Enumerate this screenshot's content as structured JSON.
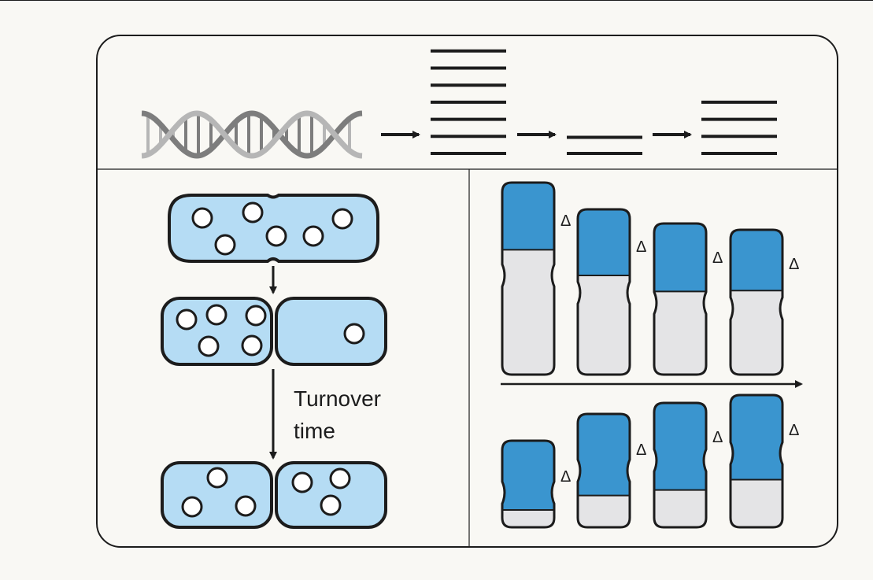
{
  "colors": {
    "background": "#f9f8f4",
    "outline": "#1c1c1c",
    "cell_fill": "#b5dcf4",
    "vesicle_fill": "#ffffff",
    "bar_fill": "#3a95cf",
    "tube_fill": "#e4e4e6",
    "dna_light": "#b6b6b6",
    "dna_dark": "#7d7d7d"
  },
  "icons": {
    "dna": "dna-double-helix-icon",
    "arrow": "right-arrow-icon",
    "delta": "delta-symbol"
  },
  "panels": {
    "top": {
      "name": "gene-expression-panel"
    },
    "left": {
      "name": "cell-division-panel",
      "turnover_label_line1": "Turnover",
      "turnover_label_line2": "time"
    },
    "right": {
      "name": "tube-comparison-panel",
      "delta_label": "Δ"
    }
  },
  "levels": {
    "band_counts": [
      7,
      2,
      4
    ],
    "vesicle_counts": {
      "stage1": [
        3,
        3
      ],
      "stage2": [
        5,
        1
      ],
      "stage3": [
        3,
        3
      ]
    },
    "tube_row_top_blue_fraction": [
      0.35,
      0.4,
      0.45,
      0.42
    ],
    "tube_row_bottom_blue_fraction": [
      0.8,
      0.72,
      0.7,
      0.64
    ]
  }
}
